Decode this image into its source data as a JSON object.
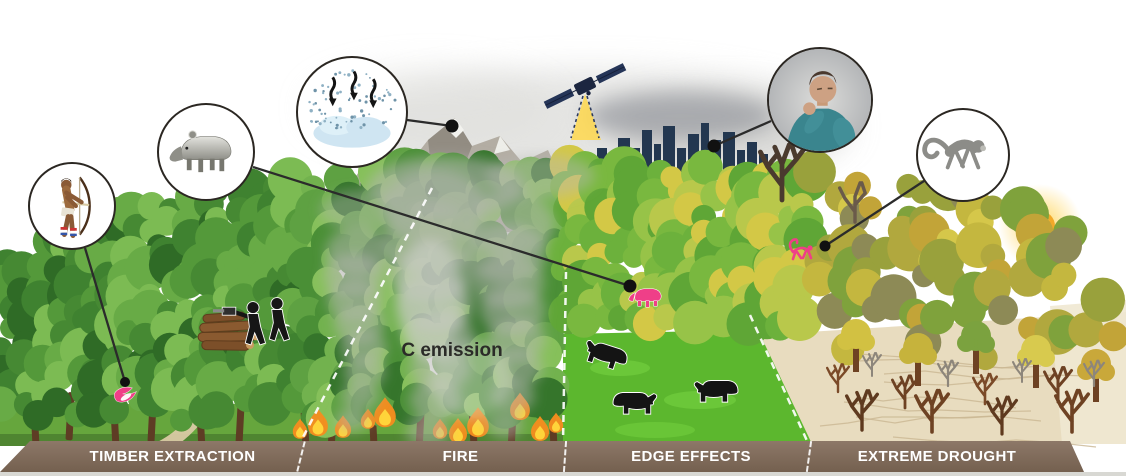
{
  "figure": {
    "zone_labels": [
      {
        "label": "TIMBER EXTRACTION"
      },
      {
        "label": "FIRE"
      },
      {
        "label": "EDGE EFFECTS"
      },
      {
        "label": "EXTREME DROUGHT"
      }
    ],
    "annotations": {
      "c_emission": "C emission"
    },
    "callouts": [
      {
        "name": "hunter-with-bow-icon"
      },
      {
        "name": "tapir-icon"
      },
      {
        "name": "precipitation-cloud-icon"
      },
      {
        "name": "coughing-person-icon"
      },
      {
        "name": "monkey-icon"
      }
    ],
    "scene_icons": [
      "satellite-icon",
      "sun-icon",
      "city-skyline",
      "mountain-range",
      "smoke-plume",
      "flame-icon",
      "cattle-silhouette",
      "logger-silhouettes",
      "log-pile",
      "road",
      "pink-bird-marker",
      "pink-tapir-marker",
      "pink-monkey-marker",
      "bare-dead-trees",
      "zone-dashed-separator"
    ],
    "colors": {
      "banner": "#82705f",
      "banner_text": "#ffffff",
      "pasture_green": "#5cb72e",
      "flame_orange": "#f58c1e",
      "flame_core": "#ffd43a",
      "marker_pink": "#ef3f88",
      "sun": "#f2a929",
      "city_silhouette": "#233750",
      "smoke_gray": "#b7b7b4",
      "drought_soil": "#e8dcbf"
    }
  }
}
